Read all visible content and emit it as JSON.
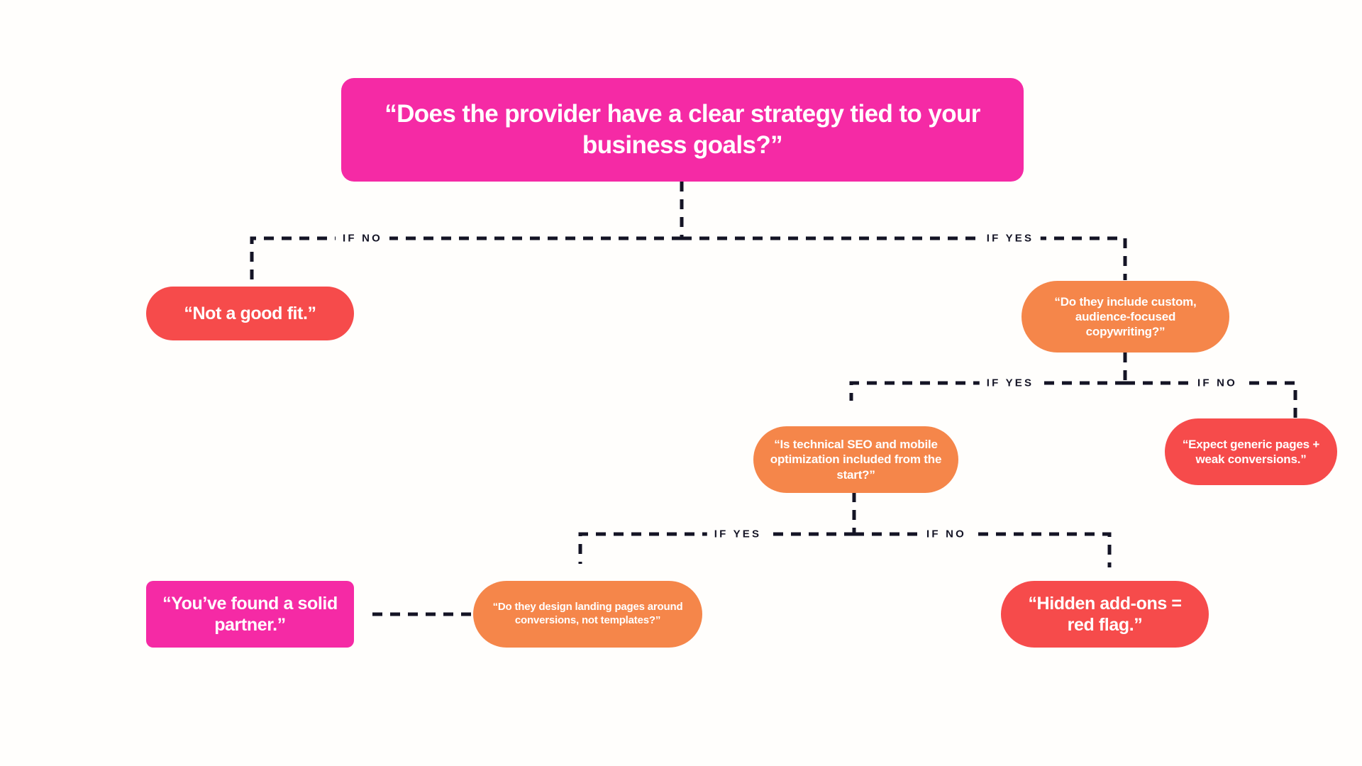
{
  "diagram": {
    "title_node": {
      "id": "root-question",
      "text": "“Does the provider have a clear strategy tied to your business goals?”",
      "color": "#F52AA5"
    },
    "colors": {
      "background": "#FFFEFC",
      "pink": "#F52AA5",
      "orange": "#F5864A",
      "red": "#F64B4B",
      "line": "#141425",
      "node_text": "#FFFFFF",
      "label_text": "#141425"
    },
    "nodes": [
      {
        "id": "root-question",
        "text": "“Does the provider have a clear strategy tied to your business goals?”",
        "line1": "“Does the provider have a clear",
        "line2": "strategy tied to your business goals?”",
        "color": "#F52AA5",
        "shape": "rounded-rect",
        "kind": "question"
      },
      {
        "id": "not-a-good-fit",
        "text": "“Not a good fit.”",
        "color": "#F64B4B",
        "shape": "pill",
        "kind": "outcome"
      },
      {
        "id": "copywriting-question",
        "text": "“Do they include custom, audience-focused copywriting?”",
        "color": "#F5864A",
        "shape": "pill",
        "kind": "question"
      },
      {
        "id": "seo-question",
        "text": "“Is technical SEO and mobile optimization included from the start?”",
        "color": "#F5864A",
        "shape": "pill",
        "kind": "question"
      },
      {
        "id": "expect-generic",
        "text": "“Expect generic pages + weak conversions.”",
        "color": "#F64B4B",
        "shape": "pill",
        "kind": "outcome"
      },
      {
        "id": "landing-pages-question",
        "text": "“Do they design landing pages around conversions, not templates?”",
        "color": "#F5864A",
        "shape": "pill",
        "kind": "question"
      },
      {
        "id": "solid-partner",
        "text": "“You’ve found a solid partner.”",
        "color": "#F52AA5",
        "shape": "rounded-rect",
        "kind": "outcome"
      },
      {
        "id": "hidden-addons",
        "text": "“Hidden add-ons = red flag.”",
        "color": "#F64B4B",
        "shape": "pill",
        "kind": "outcome"
      }
    ],
    "edge_labels": {
      "root_no": "IF NO",
      "root_yes": "IF YES",
      "copy_yes": "IF YES",
      "copy_no": "IF NO",
      "seo_yes": "IF YES",
      "seo_no": "IF NO"
    },
    "edges": [
      {
        "from": "root-question",
        "to": "not-a-good-fit",
        "label": "IF NO"
      },
      {
        "from": "root-question",
        "to": "copywriting-question",
        "label": "IF YES"
      },
      {
        "from": "copywriting-question",
        "to": "seo-question",
        "label": "IF YES"
      },
      {
        "from": "copywriting-question",
        "to": "expect-generic",
        "label": "IF NO"
      },
      {
        "from": "seo-question",
        "to": "landing-pages-question",
        "label": "IF YES"
      },
      {
        "from": "seo-question",
        "to": "hidden-addons",
        "label": "IF NO"
      },
      {
        "from": "landing-pages-question",
        "to": "solid-partner",
        "label": ""
      }
    ]
  }
}
